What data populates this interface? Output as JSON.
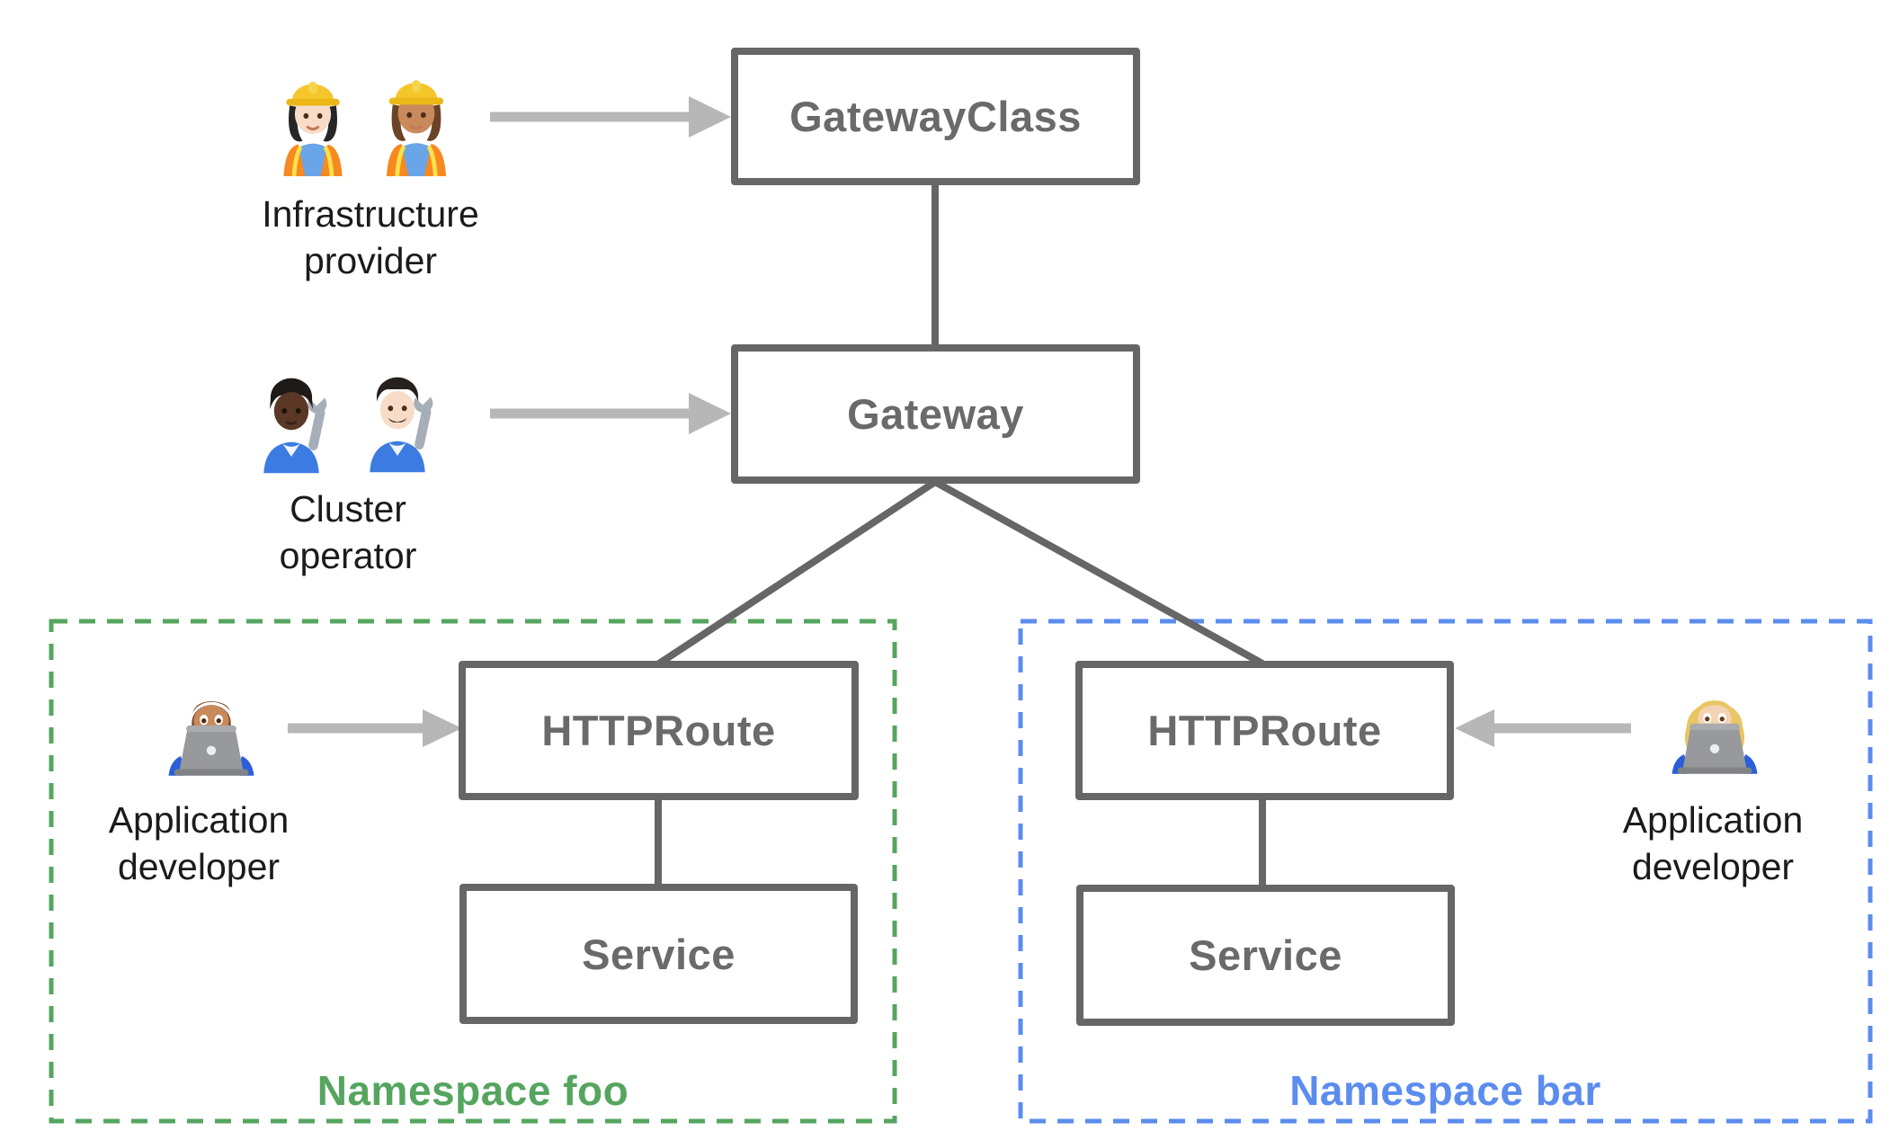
{
  "nodes": {
    "gatewayClass": "GatewayClass",
    "gateway": "Gateway",
    "httprouteFoo": "HTTPRoute",
    "serviceFoo": "Service",
    "httprouteBar": "HTTPRoute",
    "serviceBar": "Service"
  },
  "personas": {
    "infrastructureProvider": {
      "line1": "Infrastructure",
      "line2": "provider",
      "icons": [
        "woman-construction-worker-light-skin-icon",
        "woman-construction-worker-medium-skin-icon"
      ]
    },
    "clusterOperator": {
      "line1": "Cluster",
      "line2": "operator",
      "icons": [
        "person-mechanic-dark-skin-icon",
        "man-mechanic-light-skin-icon"
      ]
    },
    "appDeveloperFoo": {
      "line1": "Application",
      "line2": "developer",
      "icons": [
        "man-technologist-medium-skin-icon"
      ]
    },
    "appDeveloperBar": {
      "line1": "Application",
      "line2": "developer",
      "icons": [
        "woman-technologist-light-skin-icon"
      ]
    }
  },
  "namespaces": {
    "foo": {
      "label": "Namespace foo",
      "color": "#55a55f"
    },
    "bar": {
      "label": "Namespace bar",
      "color": "#5b8cee"
    }
  },
  "colors": {
    "nodeBorder": "#666666",
    "nodeText": "#6a6a6a",
    "connector": "#666666",
    "arrow": "#b7b7b7",
    "personaText": "#1b1b1d"
  }
}
